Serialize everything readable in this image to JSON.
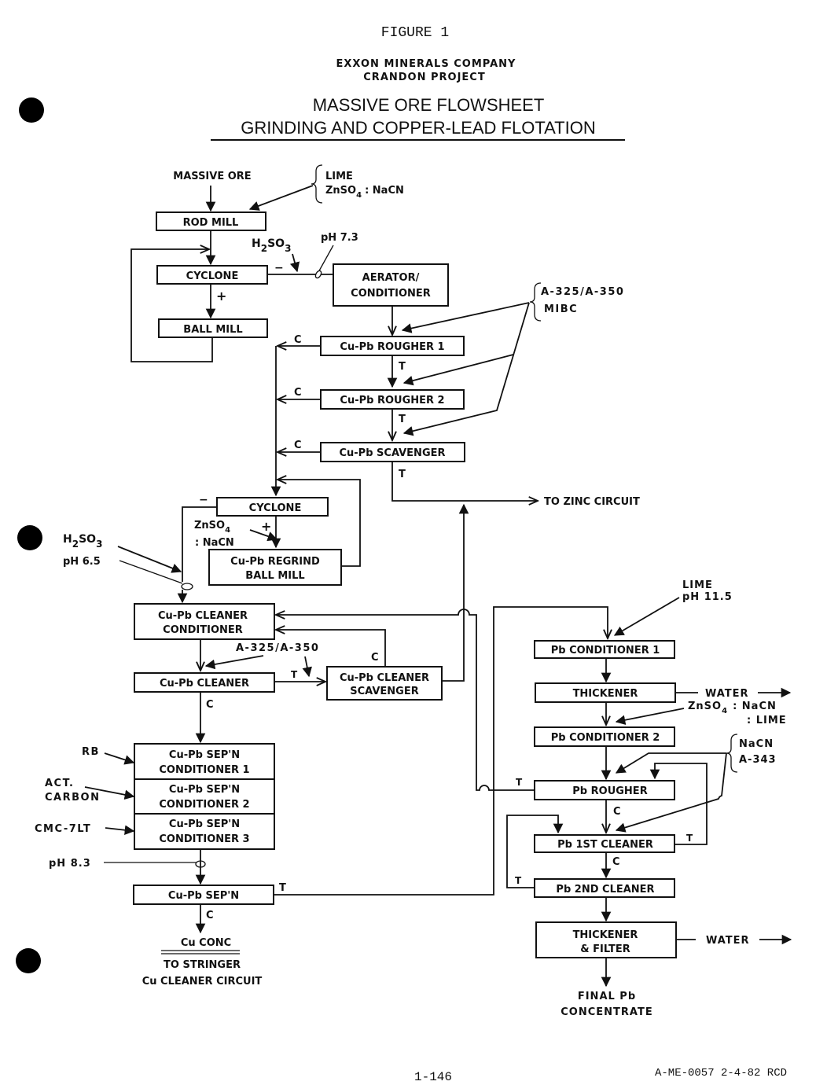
{
  "header": {
    "figure_label": "FIGURE 1",
    "company": "EXXON MINERALS COMPANY",
    "project": "CRANDON PROJECT",
    "title": "MASSIVE ORE FLOWSHEET",
    "subtitle": "GRINDING AND COPPER-LEAD FLOTATION"
  },
  "feed": {
    "label": "MASSIVE ORE"
  },
  "units": {
    "rod_mill": "ROD MILL",
    "cyclone_1": "CYCLONE",
    "ball_mill": "BALL MILL",
    "aerator_1": "AERATOR/",
    "aerator_2": "CONDITIONER",
    "rougher_1": "Cu-Pb ROUGHER 1",
    "rougher_2": "Cu-Pb ROUGHER 2",
    "scavenger": "Cu-Pb SCAVENGER",
    "cyclone_2": "CYCLONE",
    "regrind_1": "Cu-Pb REGRIND",
    "regrind_2": "BALL MILL",
    "cleaner_cond_1": "Cu-Pb CLEANER",
    "cleaner_cond_2": "CONDITIONER",
    "cleaner": "Cu-Pb CLEANER",
    "cleaner_scav_1": "Cu-Pb CLEANER",
    "cleaner_scav_2": "SCAVENGER",
    "sep_cond1_1": "Cu-Pb SEP'N",
    "sep_cond1_2": "CONDITIONER 1",
    "sep_cond2_1": "Cu-Pb SEP'N",
    "sep_cond2_2": "CONDITIONER 2",
    "sep_cond3_1": "Cu-Pb SEP'N",
    "sep_cond3_2": "CONDITIONER 3",
    "sep": "Cu-Pb SEP'N",
    "pb_cond_1": "Pb CONDITIONER 1",
    "thickener": "THICKENER",
    "pb_cond_2": "Pb CONDITIONER 2",
    "pb_rougher": "Pb ROUGHER",
    "pb_cleaner_1": "Pb 1ST CLEANER",
    "pb_cleaner_2": "Pb 2ND CLEANER",
    "thick_filter_1": "THICKENER",
    "thick_filter_2": "& FILTER"
  },
  "reagents": {
    "lime": "LIME",
    "znso4_nacn": "ZnSO",
    "znso4_nacn_tail": ": NaCN",
    "h2so3_a": "H",
    "h2so3_b": "SO",
    "ph_73": "pH 7.3",
    "a325_1": "A-325/A-350",
    "mibc": "MIBC",
    "znso4_2": "ZnSO",
    "nacn_2": ": NaCN",
    "h2so3_2a": "H",
    "h2so3_2b": "SO",
    "ph_65": "pH 6.5",
    "a325_2": "A-325/A-350",
    "rb": "RB",
    "act": "ACT.",
    "carbon": "CARBON",
    "cmc": "CMC-7LT",
    "ph_83": "pH 8.3",
    "lime_2": "LIME",
    "ph_115": "pH 11.5",
    "znso4_3": "ZnSO",
    "nacn_3": ": NaCN",
    "lime_3": ": LIME",
    "nacn_4": "NaCN",
    "a343": "A-343"
  },
  "subscripts": {
    "two": "2",
    "three": "3",
    "four": "4"
  },
  "stream_labels": {
    "conc": "C",
    "tail": "T",
    "minus": "−",
    "plus": "+"
  },
  "outputs": {
    "zinc": "TO ZINC CIRCUIT",
    "water": "WATER",
    "cu_conc": "Cu CONC",
    "stringer_1": "TO STRINGER",
    "stringer_2": "Cu CLEANER CIRCUIT",
    "final_1": "FINAL Pb",
    "final_2": "CONCENTRATE"
  },
  "footer": {
    "page_number": "1-146",
    "doc_code": "A-ME-0057 2-4-82 RCD"
  }
}
